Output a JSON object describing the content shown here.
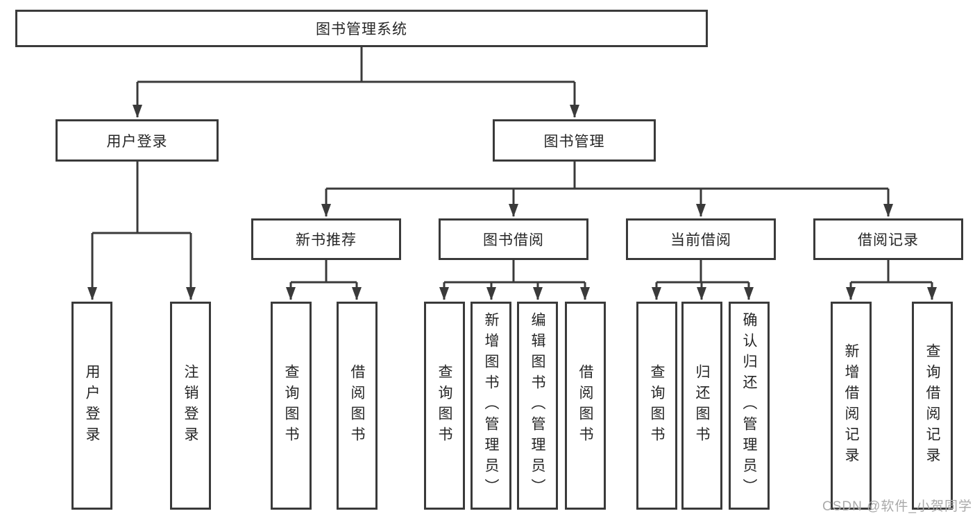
{
  "diagram_title": "图书管理系统",
  "tree": {
    "root": {
      "label": "图书管理系统"
    },
    "branches": [
      {
        "label": "用户登录",
        "children": [
          {
            "label": "用户登录"
          },
          {
            "label": "注销登录"
          }
        ]
      },
      {
        "label": "图书管理",
        "children": [
          {
            "label": "新书推荐",
            "children": [
              {
                "label": "查询图书"
              },
              {
                "label": "借阅图书"
              }
            ]
          },
          {
            "label": "图书借阅",
            "children": [
              {
                "label": "查询图书"
              },
              {
                "label": "新增图书（管理员）"
              },
              {
                "label": "编辑图书（管理员）"
              },
              {
                "label": "借阅图书"
              }
            ]
          },
          {
            "label": "当前借阅",
            "children": [
              {
                "label": "查询图书"
              },
              {
                "label": "归还图书"
              },
              {
                "label": "确认归还（管理员）"
              }
            ]
          },
          {
            "label": "借阅记录",
            "children": [
              {
                "label": "新增借阅记录"
              },
              {
                "label": "查询借阅记录"
              }
            ]
          }
        ]
      }
    ]
  },
  "watermark": "CSDN @软件_小贺同学",
  "colors": {
    "line": "#3a3a3a",
    "text": "#262626",
    "watermark": "#a9a9a9",
    "background": "#ffffff"
  }
}
